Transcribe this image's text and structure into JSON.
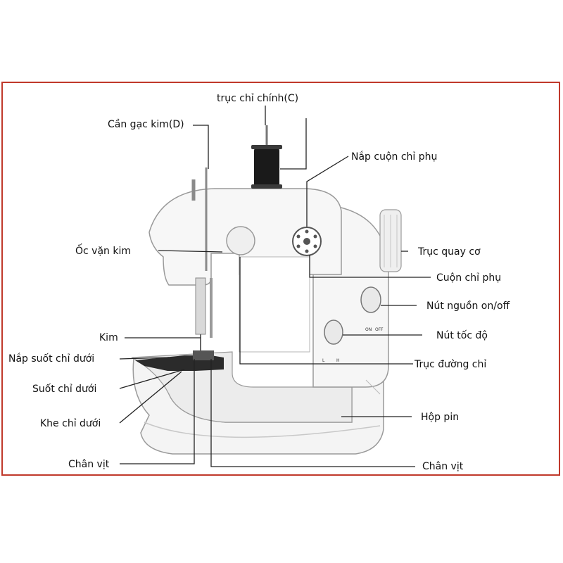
{
  "colors": {
    "frame": "#c0392b",
    "machine_body": "#f4f4f4",
    "outline": "#9a9a9a",
    "spool": "#1a1a1a",
    "leader": "#222222"
  },
  "labels": {
    "truc_chi_chinh": "trục chỉ chính(C)",
    "can_gac_kim": "Cần gạc kim(D)",
    "nap_cuon_chi_phu": "Nắp cuộn chỉ phụ",
    "oc_van_kim": "Ốc vặn kim",
    "truc_quay_co": "Trục quay cơ",
    "cuon_chi_phu": "Cuộn chỉ phụ",
    "nut_nguon": "Nút nguồn on/off",
    "kim": "Kim",
    "nut_toc_do": "Nút tốc độ",
    "nap_suot_chi_duoi": "Nắp suốt chỉ dưới",
    "truc_duong_chi": "Trục đường chỉ",
    "suot_chi_duoi": "Suốt chỉ dưới",
    "hop_pin": "Hộp pin",
    "khe_chi_duoi": "Khe chỉ dưới",
    "chan_vit_left": "Chân vịt",
    "chan_vit_right": "Chân vịt"
  },
  "machine_marks": {
    "on": "ON",
    "off": "OFF",
    "low": "L",
    "high": "H"
  }
}
